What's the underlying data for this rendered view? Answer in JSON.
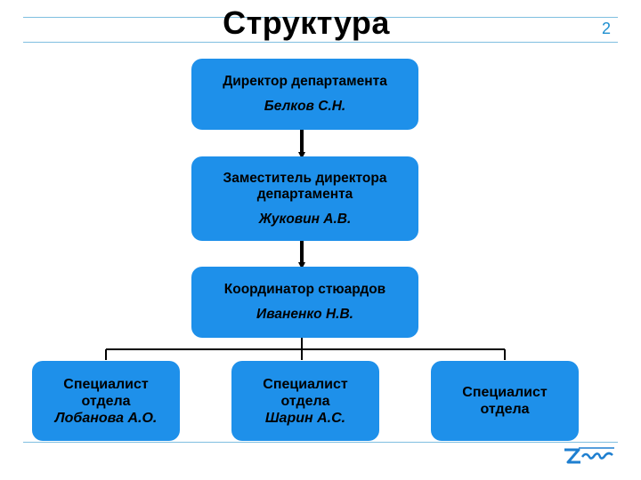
{
  "slide": {
    "title": "Структура",
    "page_number": "2"
  },
  "org": {
    "director": {
      "role": "Директор департамента",
      "name": "Белков С.Н."
    },
    "deputy": {
      "role": "Заместитель директора департамента",
      "name": "Жуковин А.В."
    },
    "coordinator": {
      "role": "Координатор стюардов",
      "name": "Иваненко Н.В."
    },
    "specialists": [
      {
        "role_line1": "Специалист",
        "role_line2": "отдела",
        "name": "Лобанова А.О."
      },
      {
        "role_line1": "Специалист",
        "role_line2": "отдела",
        "name": "Шарин А.С."
      },
      {
        "role_line1": "Специалист",
        "role_line2": "отдела",
        "name": ""
      }
    ]
  },
  "colors": {
    "box": "#1e90ea",
    "rule": "#7fbfe0",
    "logo": "#1e7fd0"
  },
  "logo": {
    "icon": "zenit-logo"
  }
}
